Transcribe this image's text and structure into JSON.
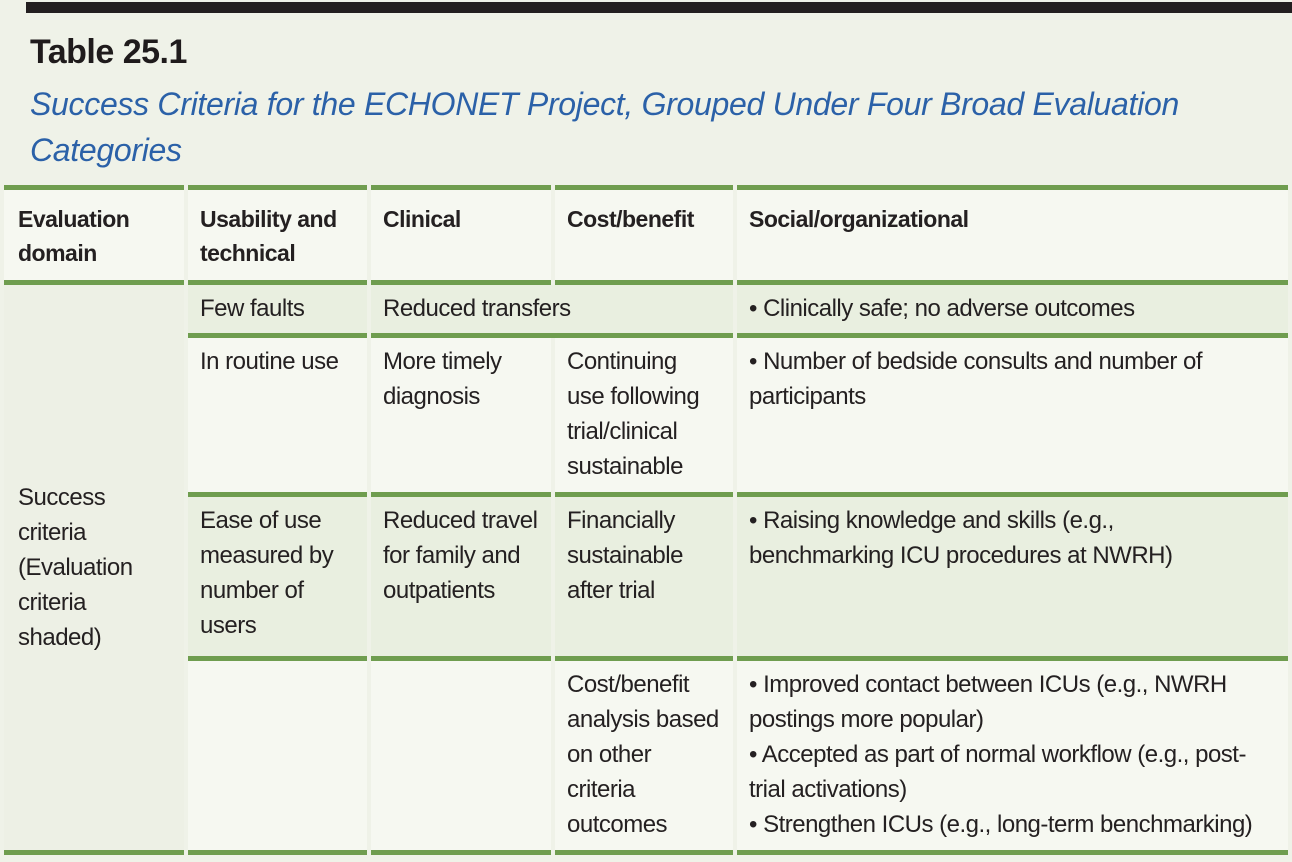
{
  "colors": {
    "top_bar": "#231f20",
    "caption_blue": "#2b61a8",
    "rule_green": "#6f9d4f",
    "shaded_cell": "#e9efe0",
    "plain_cell": "#f6f8f1",
    "domain_cell": "#edf0e5",
    "paper": "#eff2e8"
  },
  "title": {
    "label": "Table 25.1",
    "caption": "Success Criteria for the ECHONET Project, Grouped Under Four Broad Evaluation\nCategories"
  },
  "table": {
    "headers": [
      "Evaluation\ndomain",
      "Usability and\ntechnical",
      "Clinical",
      "Cost/benefit",
      "Social/organizational"
    ],
    "domain_label": "Success\ncriteria\n(Evaluation\ncriteria\nshaded)",
    "rows": [
      [
        "Few faults",
        "Reduced transfers",
        "• Clinically safe; no adverse outcomes"
      ],
      [
        "In routine use",
        "More timely\ndiagnosis",
        "Continuing\nuse following\ntrial/clinical\nsustainable",
        "• Number of bedside consults and number of\nparticipants"
      ],
      [
        "Ease of use\nmeasured by\nnumber of\nusers",
        "Reduced travel\nfor family and\noutpatients",
        "Financially\nsustainable\nafter trial",
        "• Raising knowledge and skills (e.g.,\nbenchmarking ICU procedures at NWRH)"
      ],
      [
        "",
        "",
        "Cost/benefit\nanalysis based\non other\ncriteria\noutcomes",
        "• Improved contact between ICUs (e.g., NWRH\npostings more popular)\n• Accepted as part of normal workflow (e.g., post-\ntrial activations)\n• Strengthen ICUs (e.g., long-term benchmarking)"
      ]
    ]
  }
}
